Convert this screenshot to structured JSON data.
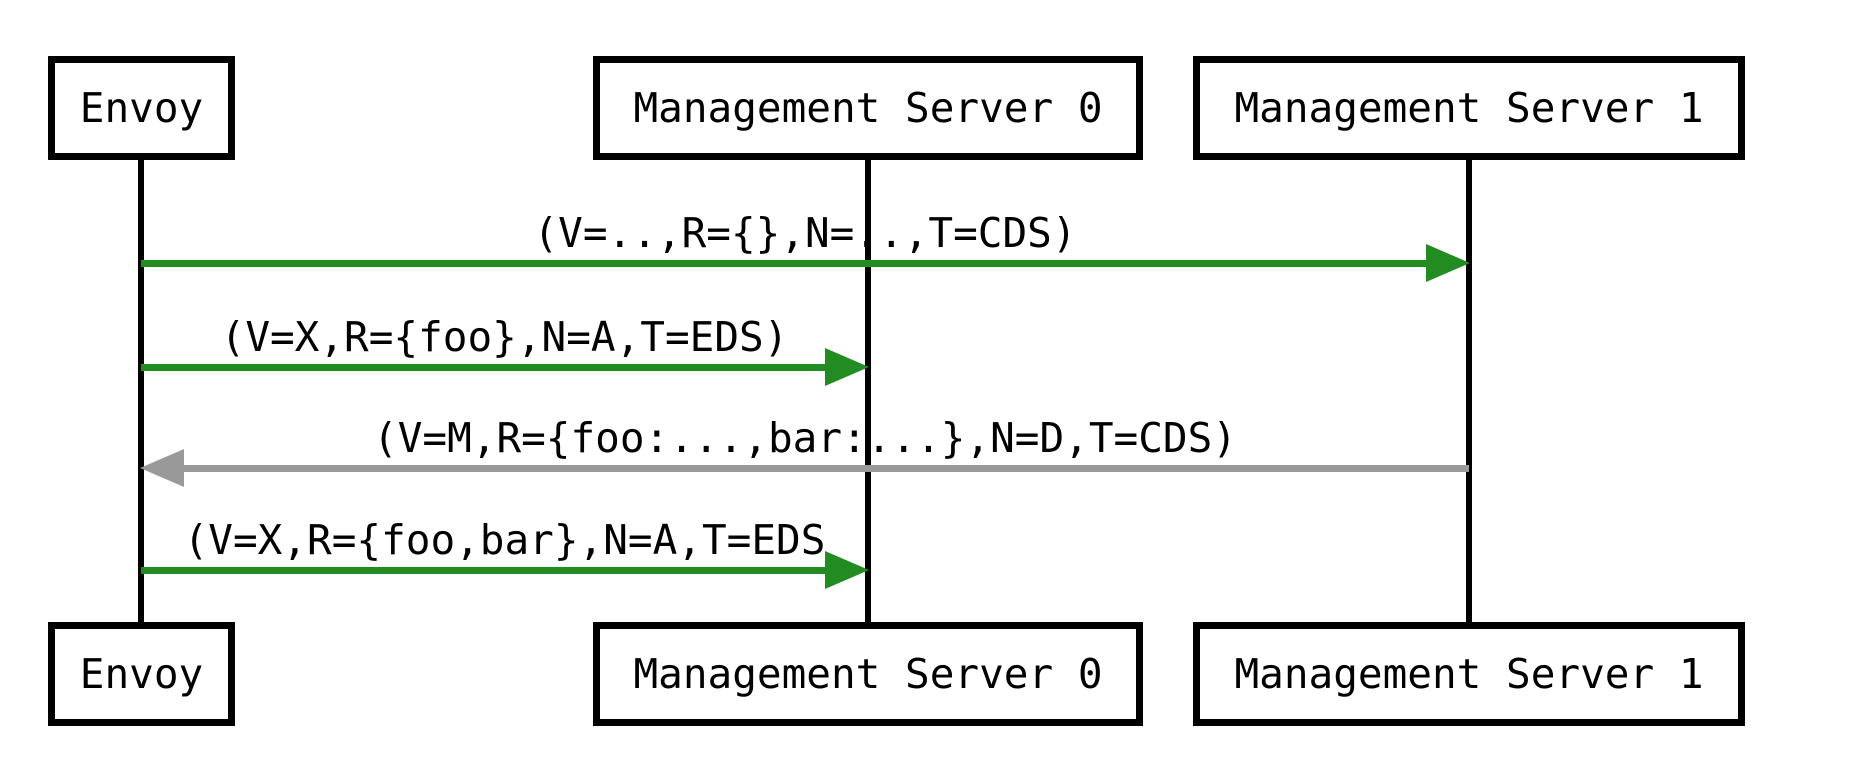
{
  "diagram": {
    "type": "sequence",
    "participants": [
      {
        "id": "envoy",
        "label": "Envoy"
      },
      {
        "id": "ms0",
        "label": "Management Server 0"
      },
      {
        "id": "ms1",
        "label": "Management Server 1"
      }
    ],
    "messages": [
      {
        "from": "Envoy",
        "to": "Management Server 1",
        "direction": "right",
        "label": "(V=..,R={},N=..,T=CDS)",
        "color": "#228B22"
      },
      {
        "from": "Envoy",
        "to": "Management Server 0",
        "direction": "right",
        "label": "(V=X,R={foo},N=A,T=EDS)",
        "color": "#228B22"
      },
      {
        "from": "Management Server 1",
        "to": "Envoy",
        "direction": "left",
        "label": "(V=M,R={foo:...,bar:...},N=D,T=CDS)",
        "color": "#999999"
      },
      {
        "from": "Envoy",
        "to": "Management Server 0",
        "direction": "right",
        "label": "(V=X,R={foo,bar},N=A,T=EDS",
        "color": "#228B22"
      }
    ],
    "colors": {
      "request_arrow": "#228B22",
      "response_arrow": "#999999",
      "line": "#000000",
      "background": "#FFFFFF"
    }
  }
}
